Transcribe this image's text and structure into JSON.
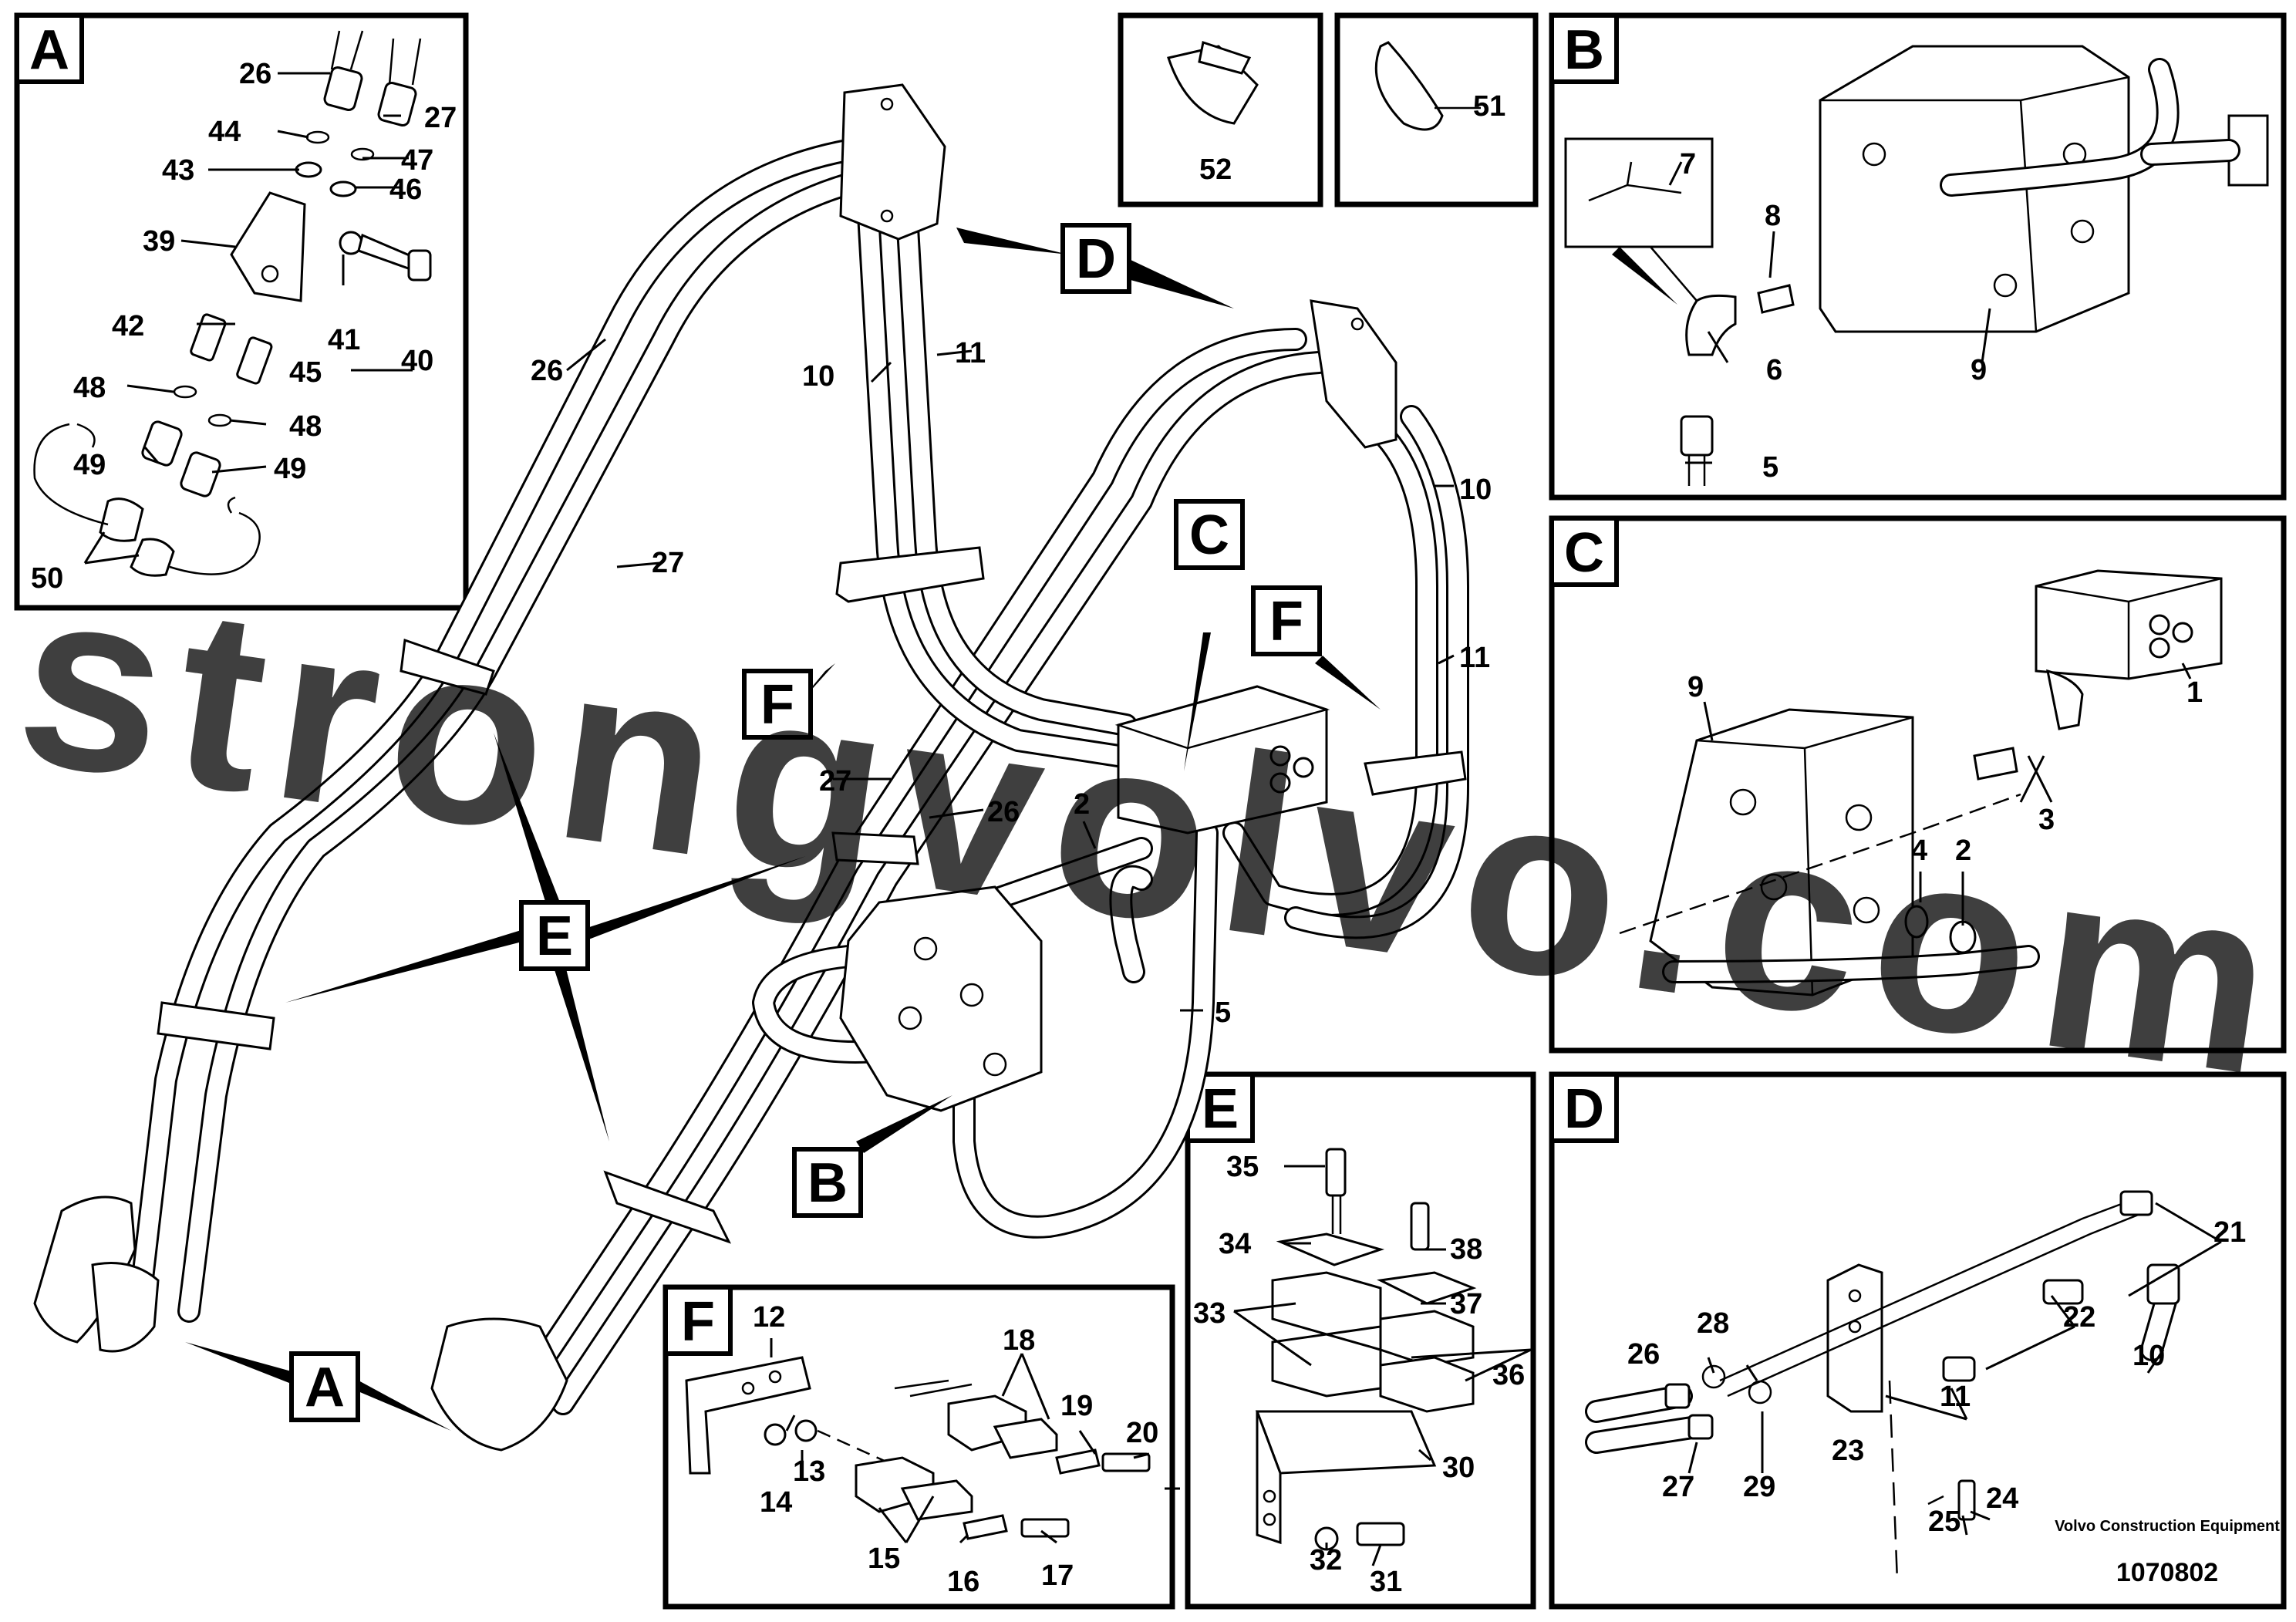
{
  "watermark": "strongvolvo.com",
  "footer": {
    "brand": "Volvo Construction Equipment",
    "drawing_no": "1070802"
  },
  "detail_letters": {
    "A": "A",
    "B": "B",
    "C": "C",
    "D": "D",
    "E": "E",
    "F": "F"
  },
  "callouts": {
    "c1": "1",
    "c2": "2",
    "c3": "3",
    "c4": "4",
    "c5": "5",
    "c6": "6",
    "c7": "7",
    "c8": "8",
    "c9": "9",
    "c10": "10",
    "c11": "11",
    "c12": "12",
    "c13": "13",
    "c14": "14",
    "c15": "15",
    "c16": "16",
    "c17": "17",
    "c18": "18",
    "c19": "19",
    "c20": "20",
    "c21": "21",
    "c22": "22",
    "c23": "23",
    "c24": "24",
    "c25": "25",
    "c26": "26",
    "c27": "27",
    "c28": "28",
    "c29": "29",
    "c30": "30",
    "c31": "31",
    "c32": "32",
    "c33": "33",
    "c34": "34",
    "c35": "35",
    "c36": "36",
    "c37": "37",
    "c38": "38",
    "c39": "39",
    "c40": "40",
    "c41": "41",
    "c42": "42",
    "c43": "43",
    "c44": "44",
    "c45": "45",
    "c46": "46",
    "c47": "47",
    "c48": "48",
    "c49": "49",
    "c50": "50",
    "c51": "51",
    "c52": "52"
  },
  "colors": {
    "line": "#000000",
    "watermark": "#e5a8a8",
    "background": "#ffffff"
  }
}
